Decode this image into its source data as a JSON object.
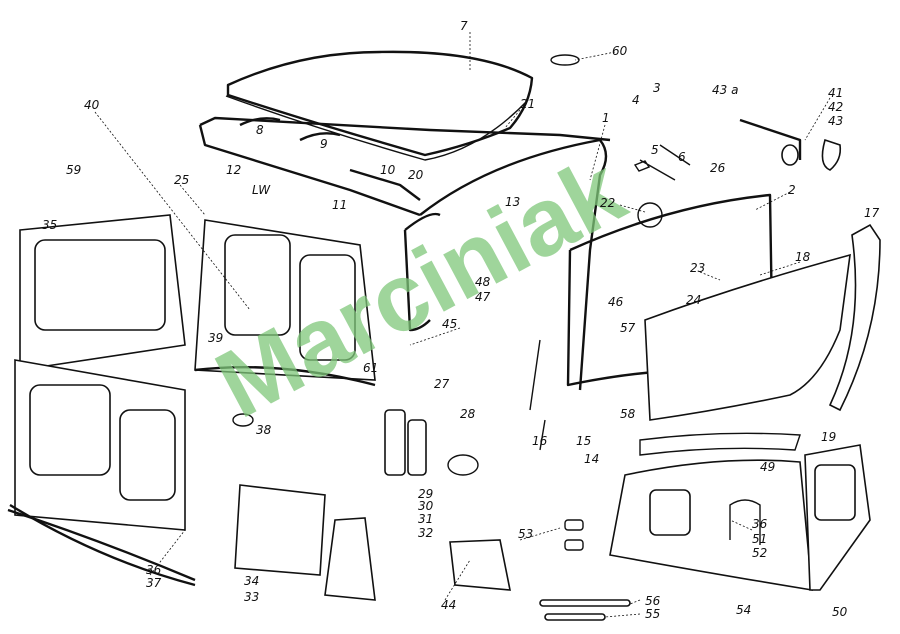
{
  "diagram": {
    "title": "Tractor cab exploded parts diagram",
    "watermark": "Marciniak",
    "labels": [
      "7",
      "60",
      "21",
      "1",
      "4",
      "3",
      "43 a",
      "41",
      "42",
      "43",
      "5",
      "6",
      "26",
      "2",
      "40",
      "8",
      "9",
      "10",
      "12",
      "25",
      "LW",
      "11",
      "20",
      "59",
      "13",
      "22",
      "17",
      "35",
      "18",
      "23",
      "48",
      "47",
      "24",
      "46",
      "45",
      "57",
      "39",
      "61",
      "27",
      "58",
      "28",
      "38",
      "19",
      "16",
      "15",
      "14",
      "49",
      "29",
      "30",
      "31",
      "32",
      "36",
      "51",
      "52",
      "53",
      "36",
      "37",
      "34",
      "33",
      "44",
      "54",
      "50",
      "56",
      "55"
    ]
  }
}
